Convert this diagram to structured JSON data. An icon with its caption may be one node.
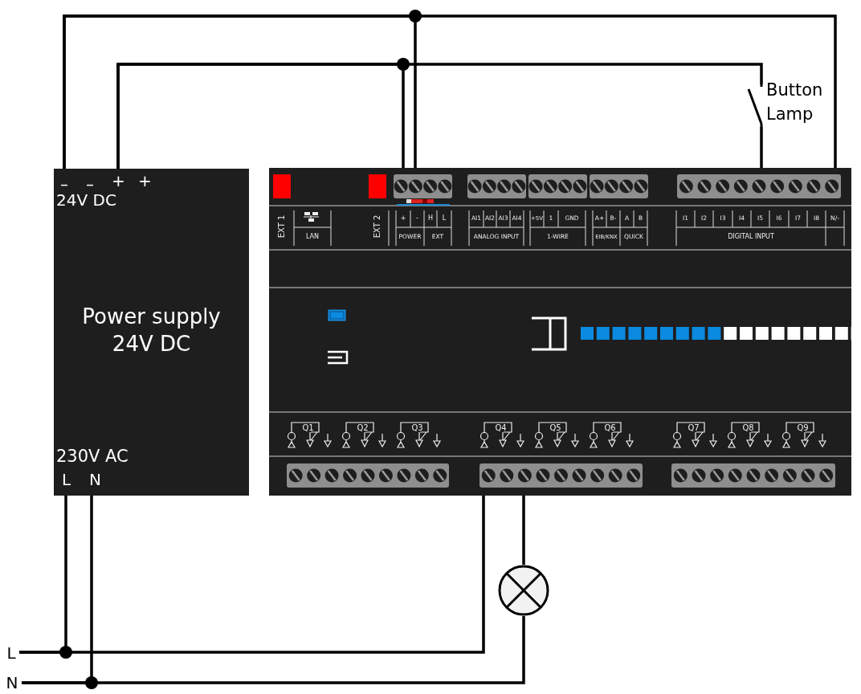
{
  "diagram": {
    "nodes": [
      {
        "text": [
          "–",
          "–",
          "+",
          "+",
          "24V DC",
          "Power supply 24V DC",
          "230V AC",
          "L",
          "N"
        ]
      },
      {
        "text": [],
        "shape": "box"
      },
      {
        "text": [],
        "shape": "bar",
        "in": 1
      },
      {
        "text": [],
        "shape": "bar",
        "in": 1
      },
      {
        "text": [],
        "shape": "bar",
        "in": 1
      },
      {
        "text": [],
        "shape": "switch",
        "beside": [
          "Button Lamp"
        ]
      },
      {
        "text": [],
        "shape": "circle"
      },
      {
        "text": [
          "L"
        ]
      },
      {
        "text": [
          "N"
        ]
      }
    ],
    "edges": [
      {
        "from": 0,
        "to": 2,
        "arrow": "none"
      },
      {
        "from": 0,
        "to": 3,
        "arrow": "none"
      },
      {
        "from": 0,
        "to": 2,
        "arrow": "none"
      },
      {
        "from": 0,
        "to": 5,
        "arrow": "none"
      },
      {
        "from": 5,
        "to": 3,
        "arrow": "none"
      },
      {
        "from": 7,
        "to": 0,
        "arrow": "none"
      },
      {
        "from": 7,
        "to": 4,
        "arrow": "none"
      },
      {
        "from": 4,
        "to": 6,
        "arrow": "none"
      },
      {
        "from": 8,
        "to": 0,
        "arrow": "none"
      },
      {
        "from": 8,
        "to": 6,
        "arrow": "none"
      }
    ],
    "labels": [
      "EXT 1",
      "EXT 2",
      "+",
      "-",
      "H",
      "L",
      "AI1",
      "AI2",
      "AI3",
      "AI4",
      "+5V",
      "1",
      "GND",
      "A+",
      "B-",
      "A",
      "B",
      "I1",
      "I2",
      "I3",
      "I4",
      "I5",
      "I6",
      "I7",
      "I8",
      "N/-",
      "LAN",
      "POWER",
      "EXT",
      "ANALOG INPUT",
      "1-WIRE",
      "EIB/KNX",
      "QUICK",
      "DIGITAL INPUT",
      "Q1",
      "Q2",
      "Q3",
      "Q4",
      "Q5",
      "Q6",
      "Q7",
      "Q8",
      "Q9"
    ]
  }
}
